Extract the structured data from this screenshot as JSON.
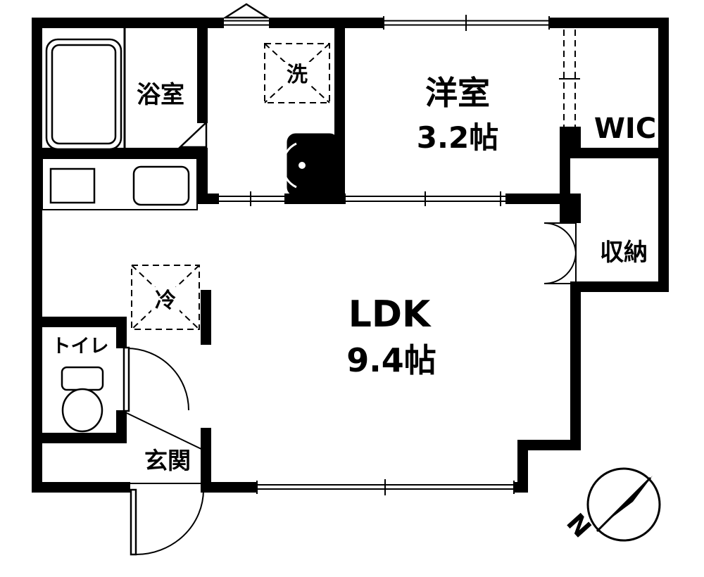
{
  "rooms": {
    "bathroom": {
      "label": "浴室"
    },
    "washroom": {
      "washer_label": "洗"
    },
    "western_room": {
      "label": "洋室",
      "size": "3.2帖"
    },
    "wic": {
      "label": "WIC"
    },
    "storage": {
      "label": "収納"
    },
    "ldk": {
      "label": "LDK",
      "size": "9.4帖"
    },
    "kitchen": {
      "fridge_label": "冷"
    },
    "toilet": {
      "label": "トイレ"
    },
    "entrance": {
      "label": "玄関"
    }
  },
  "compass": {
    "north_label": "N"
  },
  "colors": {
    "wall": "#000000",
    "background": "#ffffff",
    "line": "#000000"
  }
}
